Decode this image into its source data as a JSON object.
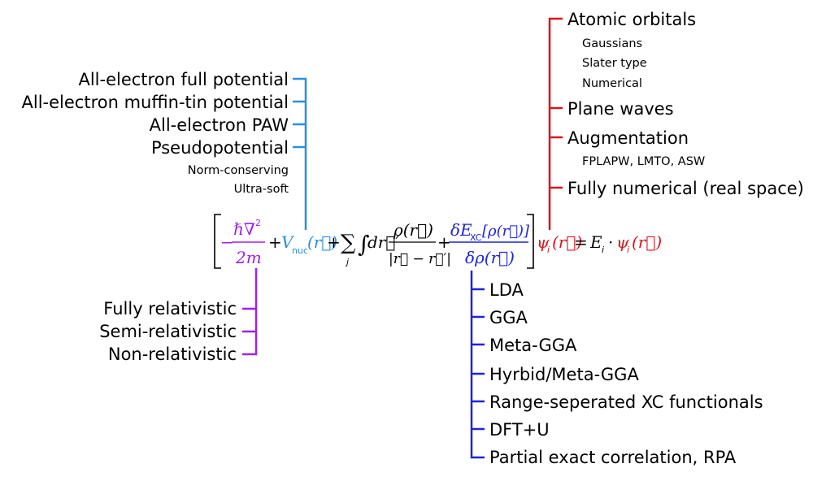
{
  "colors": {
    "potential": "#2a8fe0",
    "orbital": "#d8161c",
    "xc": "#1d24d8",
    "kinetic": "#a020e8",
    "text": "#000000"
  },
  "potential": {
    "items": [
      "All-electron full potential",
      "All-electron muffin-tin potential",
      "All-electron PAW",
      "Pseudopotential"
    ],
    "sub": [
      "Norm-conserving",
      "Ultra-soft"
    ]
  },
  "basis": {
    "atomic": "Atomic orbitals",
    "atomic_sub": [
      "Gaussians",
      "Slater type",
      "Numerical"
    ],
    "plane": "Plane waves",
    "augmentation": "Augmentation",
    "augmentation_sub": "FPLAPW, LMTO, ASW",
    "numerical": "Fully numerical (real space)"
  },
  "kinetic": {
    "items": [
      "Fully relativistic",
      "Semi-relativistic",
      "Non-relativistic"
    ]
  },
  "xc": {
    "items": [
      "LDA",
      "GGA",
      "Meta-GGA",
      "Hyrbid/Meta-GGA",
      "Range-seperated XC functionals",
      "DFT+U",
      "Partial exact correlation, RPA"
    ]
  },
  "equation": {
    "hbar": "ℏ∇",
    "sq": "2",
    "twom": "2m",
    "minus": "−",
    "plus": "+",
    "V": "V",
    "nuc": "nuc",
    "rvec": "(r⃗)",
    "sum": "∑",
    "j": "j",
    "integral": "∫",
    "dr": "dr⃗′",
    "rho_num": "ρ(r⃗)",
    "rho_den": "|r⃗ − r⃗′|",
    "dExc": "δE",
    "xc_sub": "XC",
    "dExc_arg": "[ρ(r⃗)]",
    "drho": "δρ(r⃗)",
    "psi": "ψ",
    "i": "i",
    "equals": "=",
    "E": "E",
    "dot": "·"
  }
}
